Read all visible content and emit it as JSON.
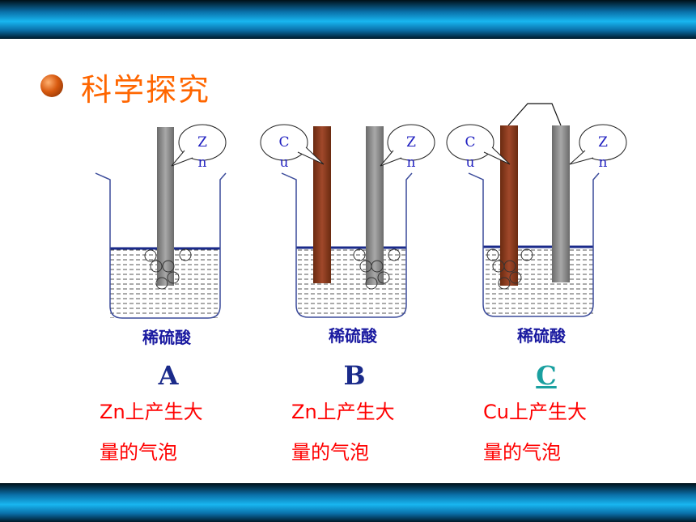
{
  "title": "科学探究",
  "experiments": [
    {
      "letter": "A",
      "electrodes": [
        "Zn"
      ],
      "solution": "稀硫酸",
      "obs_line1": "Zn上产生大",
      "obs_line2": "量的气泡"
    },
    {
      "letter": "B",
      "electrodes": [
        "Cu",
        "Zn"
      ],
      "solution": "稀硫酸",
      "obs_line1": "Zn上产生大",
      "obs_line2": "量的气泡"
    },
    {
      "letter": "C",
      "electrodes": [
        "Cu",
        "Zn"
      ],
      "solution": "稀硫酸",
      "obs_line1": "Cu上产生大",
      "obs_line2": "量的气泡",
      "answer": true
    }
  ],
  "labels": {
    "zn_top": "Z",
    "zn_bottom": "n",
    "cu_top": "C",
    "cu_bottom": "u"
  },
  "colors": {
    "heading": "#ff6600",
    "observation": "#ff0000",
    "zinc": "#808080",
    "copper": "#8b3a1a"
  }
}
